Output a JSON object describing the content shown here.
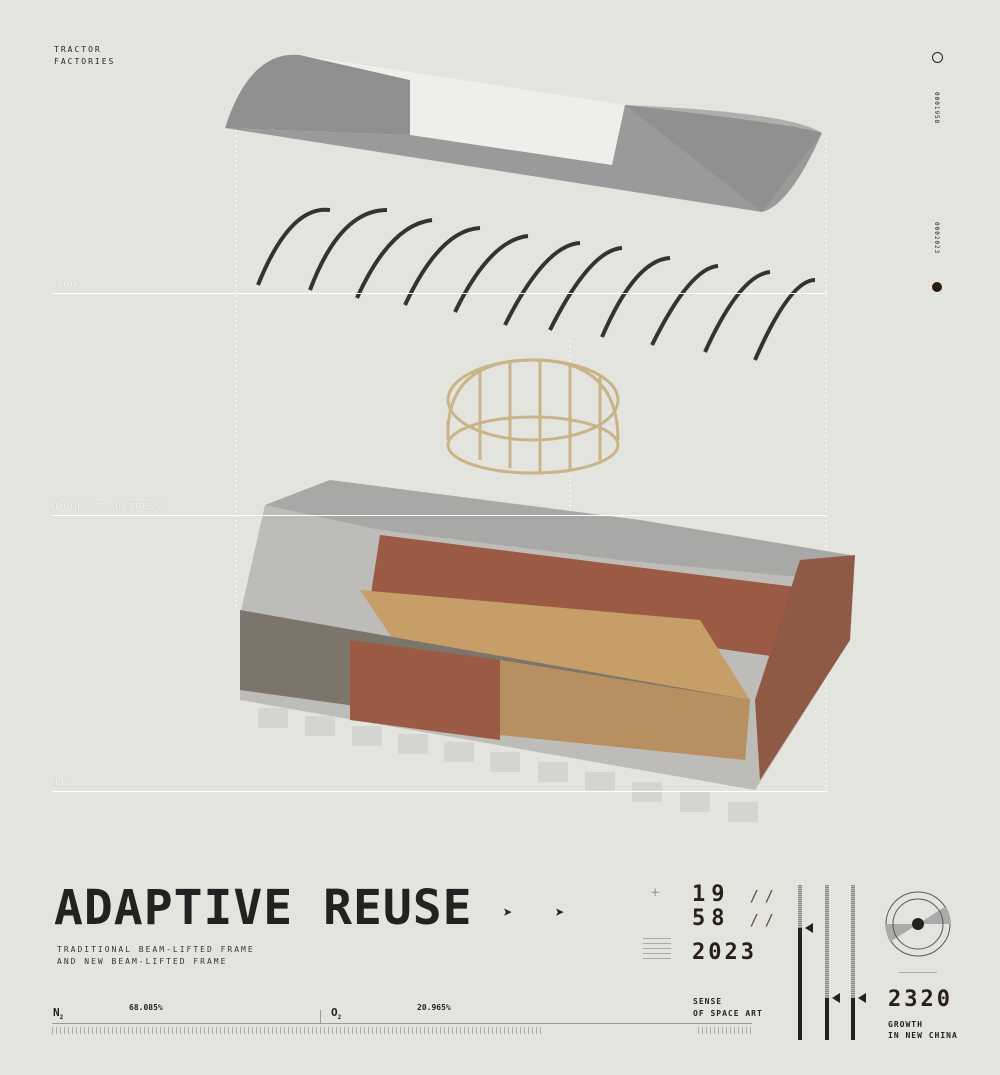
{
  "brand": {
    "line1": "TRACTOR",
    "line2": "FACTORIES"
  },
  "side_codes": [
    "0001958",
    "0002023"
  ],
  "levels": {
    "roof": "ROOF",
    "fortress": "THOUGHT FORTRESS",
    "first_floor": "1F"
  },
  "title": "ADAPTIVE REUSE",
  "subtitle": {
    "line1": "TRADITIONAL BEAM-LIFTED FRAME",
    "line2": "AND NEW BEAM-LIFTED FRAME"
  },
  "gases": [
    {
      "symbol": "N",
      "sub": "2",
      "value": "68.085%"
    },
    {
      "symbol": "O",
      "sub": "2",
      "value": "20.965%"
    }
  ],
  "years": {
    "a": "19",
    "b": "58",
    "c": "2023"
  },
  "sense": {
    "line1": "SENSE",
    "line2": "OF SPACE ART"
  },
  "gauges": [
    0.72,
    0.27,
    0.27
  ],
  "growth": {
    "number": "2320",
    "line1": "GROWTH",
    "line2": "IN NEW CHINA"
  },
  "colors": {
    "background": "#e4e4df",
    "ink": "#222222",
    "brick": "#9a5a44",
    "wood": "#c9b48a"
  }
}
